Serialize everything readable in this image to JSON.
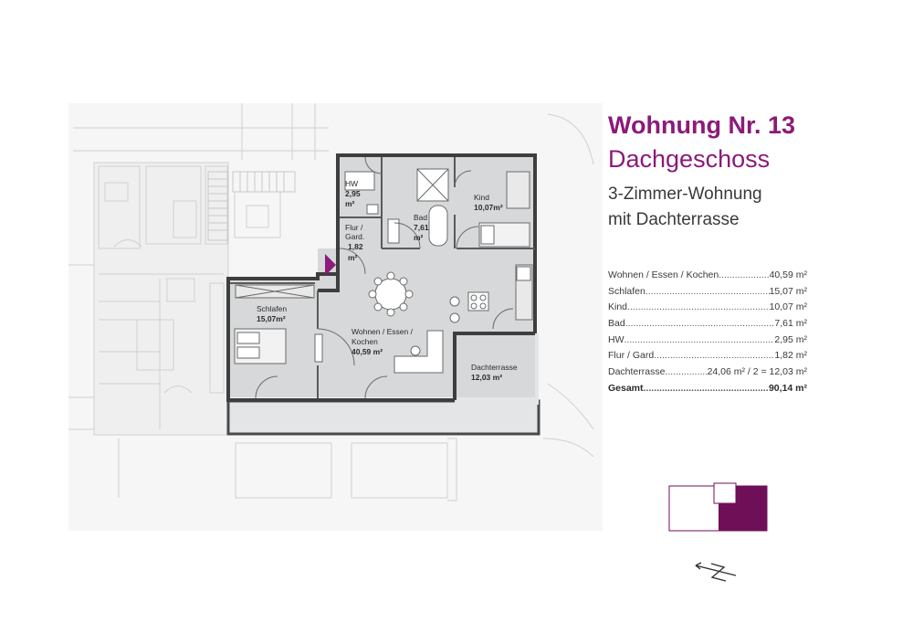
{
  "header": {
    "title": "Wohnung Nr. 13",
    "floor": "Dachgeschoss",
    "type_line1": "3-Zimmer-Wohnung",
    "type_line2": "mit Dachterrasse"
  },
  "areas": [
    {
      "name": "Wohnen / Essen / Kochen",
      "value": "40,59 m²"
    },
    {
      "name": "Schlafen",
      "value": "15,07 m²"
    },
    {
      "name": "Kind",
      "value": "10,07 m²"
    },
    {
      "name": "Bad",
      "value": "7,61 m²"
    },
    {
      "name": "HW",
      "value": "2,95 m²"
    },
    {
      "name": "Flur / Gard",
      "value": "1,82 m²"
    },
    {
      "name": "Dachterrasse",
      "value": "24,06 m² / 2 = 12,03 m²"
    }
  ],
  "total": {
    "name": "Gesamt",
    "value": "90,14 m²"
  },
  "rooms": {
    "hw": {
      "name": "HW",
      "area": "2,95"
    },
    "flur": {
      "name1": "Flur /",
      "name2": "Gard.",
      "area": "1,82"
    },
    "bad": {
      "name": "Bad",
      "area": "7,61"
    },
    "kind": {
      "name": "Kind",
      "area": "10,07m²"
    },
    "schlafen": {
      "name": "Schlafen",
      "area": "15,07m²"
    },
    "wohnen": {
      "name1": "Wohnen / Essen /",
      "name2": "Kochen",
      "area": "40,59 m²"
    },
    "terrasse": {
      "name": "Dachterrasse",
      "area": "12,03 m²"
    },
    "unit_small": "m²"
  },
  "colors": {
    "accent": "#8b1a7a",
    "accent_dark": "#6e0f58",
    "room_fill": "#d7d8da",
    "terrace_fill": "#e6e7e8",
    "wall": "#4a4a4a",
    "ghost": "#c9cacb"
  },
  "icons": {
    "entrance": "entrance-arrow-icon",
    "north": "north-arrow-icon",
    "key_plan": "key-plan-icon"
  }
}
